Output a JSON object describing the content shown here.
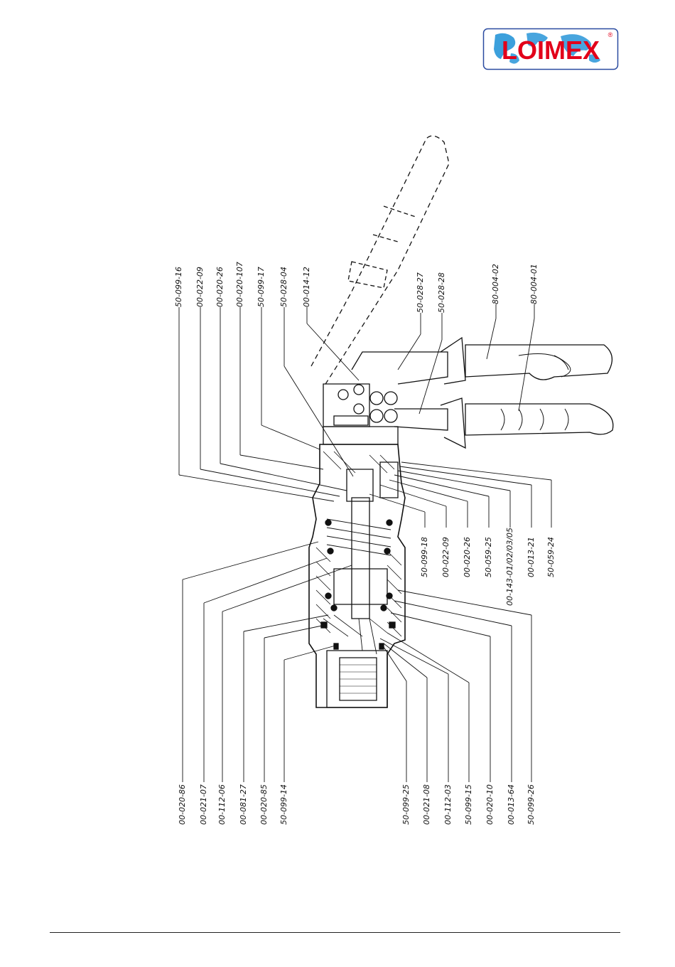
{
  "logo": {
    "brand_text": "LOIMEX",
    "registered_mark": "®",
    "colors": {
      "text": "#e2001a",
      "map": "#1a8fd6",
      "border": "#2a4aa0"
    }
  },
  "part_numbers": {
    "top_row": [
      "50-099-16",
      "00-022-09",
      "00-020-26",
      "00-020-107",
      "50-099-17",
      "50-028-04",
      "00-014-12"
    ],
    "handle": [
      "50-028-27",
      "50-028-28",
      "80-004-02",
      "80-004-01"
    ],
    "mid_row": [
      "50-099-18",
      "00-022-09",
      "00-020-26",
      "50-059-25",
      "00-143-01/02/03/05",
      "00-013-21",
      "50-059-24"
    ],
    "bottom_left": [
      "00-020-86",
      "00-021-07",
      "00-112-06",
      "00-081-27",
      "00-020-85",
      "50-099-14"
    ],
    "bottom_right": [
      "50-099-25",
      "00-021-08",
      "00-112-03",
      "50-099-15",
      "00-020-10",
      "00-013-64",
      "50-099-26"
    ]
  }
}
